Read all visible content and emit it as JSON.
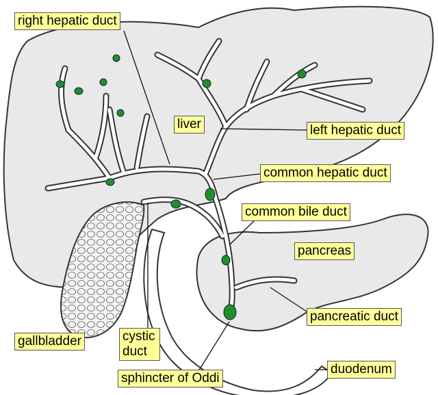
{
  "diagram": {
    "labels": {
      "right_hepatic_duct": "right hepatic duct",
      "liver": "liver",
      "left_hepatic_duct": "left hepatic duct",
      "common_hepatic_duct": "common hepatic duct",
      "common_bile_duct": "common bile duct",
      "pancreas": "pancreas",
      "pancreatic_duct": "pancreatic duct",
      "gallbladder": "gallbladder",
      "cystic_duct_line1": "cystic",
      "cystic_duct_line2": "duct",
      "sphincter_of_oddi": "sphincter of Oddi",
      "duodenum": "duodenum"
    },
    "colors": {
      "label_fill": "#ffff99",
      "organ_fill": "#e9e9e9",
      "node_green": "#1f8f2a",
      "outline": "#333333"
    }
  }
}
